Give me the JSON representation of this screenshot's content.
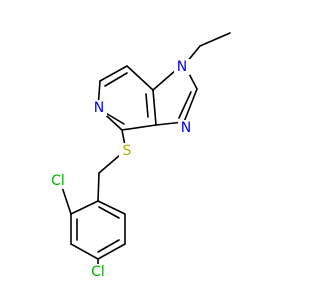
{
  "structure": {
    "atoms": [
      {
        "id": "a1",
        "label": "N",
        "color": "#0000ff"
      },
      {
        "id": "a2",
        "label": "N",
        "color": "#0000ff"
      },
      {
        "id": "a3",
        "label": "N",
        "color": "#0000ff"
      },
      {
        "id": "a4",
        "label": "S",
        "color": "#b3b300"
      },
      {
        "id": "a5",
        "label": "Cl",
        "color": "#00b300"
      },
      {
        "id": "a6",
        "label": "Cl",
        "color": "#00b300"
      }
    ]
  }
}
